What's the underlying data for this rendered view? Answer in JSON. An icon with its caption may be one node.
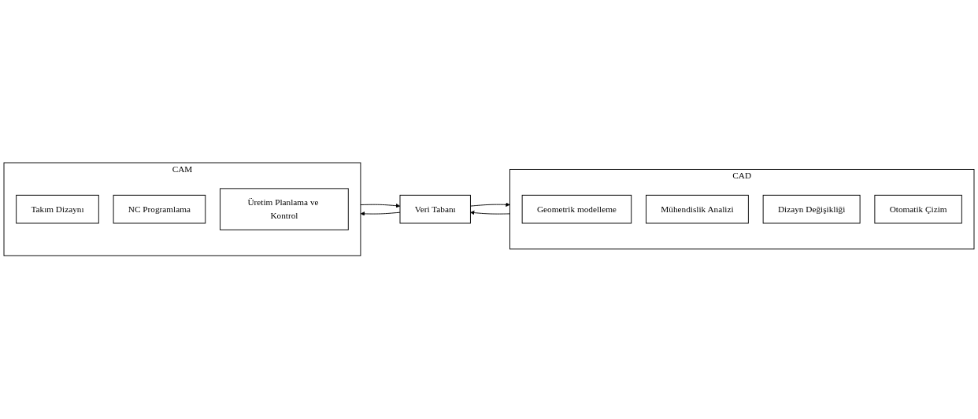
{
  "diagram": {
    "nodes": [
      {
        "text": [
          "CAD"
        ]
      },
      {
        "text": [
          "Geometrik modelleme"
        ],
        "in": 0
      },
      {
        "text": [
          "Mühendislik Analizi"
        ],
        "in": 0
      },
      {
        "text": [
          "Dizayn Değişikliği"
        ],
        "in": 0
      },
      {
        "text": [
          "Otomatik Çizim"
        ],
        "in": 0
      },
      {
        "text": [
          "Veri Tabanı"
        ]
      },
      {
        "text": [
          "CAM"
        ]
      },
      {
        "text": [
          "Takım Dizaynı"
        ],
        "in": 6
      },
      {
        "text": [
          "NC Programlama"
        ],
        "in": 6
      },
      {
        "text": [
          "Üretim Planlama ve Kontrol"
        ],
        "in": 6
      }
    ],
    "edges": [
      {
        "from": 0,
        "to": 5,
        "arrow": "to"
      },
      {
        "from": 5,
        "to": 0,
        "arrow": "to"
      },
      {
        "from": 6,
        "to": 5,
        "arrow": "to"
      },
      {
        "from": 5,
        "to": 6,
        "arrow": "to"
      }
    ]
  }
}
